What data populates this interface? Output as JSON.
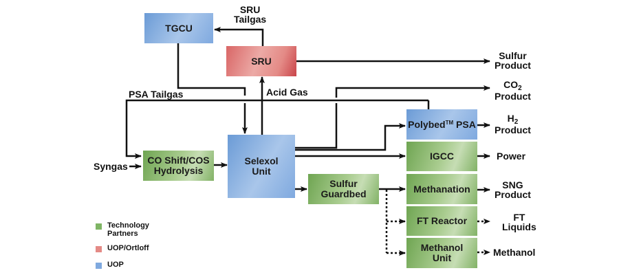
{
  "units": {
    "tgcu": "TGCU",
    "sru": "SRU",
    "co_shift": [
      "CO Shift/COS",
      "Hydrolysis"
    ],
    "selexol": [
      "Selexol",
      "Unit"
    ],
    "polybed": {
      "name": "Polybed",
      "tm": "TM",
      "suffix": " PSA"
    },
    "igcc": "IGCC",
    "sulfur_guardbed": [
      "Sulfur",
      "Guardbed"
    ],
    "methanation": "Methanation",
    "ft_reactor": "FT Reactor",
    "methanol_unit": [
      "Methanol",
      "Unit"
    ]
  },
  "streams": {
    "sru_tailgas": [
      "SRU",
      "Tailgas"
    ],
    "psa_tailgas": "PSA Tailgas",
    "acid_gas": "Acid Gas",
    "syngas": "Syngas"
  },
  "products": {
    "sulfur": [
      "Sulfur",
      "Product"
    ],
    "co2": {
      "formula": "CO",
      "sub": "2",
      "line2": "Product"
    },
    "h2": {
      "formula": "H",
      "sub": "2",
      "line2": "Product"
    },
    "power": "Power",
    "sng": [
      "SNG",
      "Product"
    ],
    "ft_liquids": [
      "FT",
      "Liquids"
    ],
    "methanol": "Methanol"
  },
  "legend": [
    {
      "label": [
        "Technology",
        "Partners"
      ],
      "color": "#7fb565"
    },
    {
      "label": [
        "UOP/Ortloff"
      ],
      "color": "#e48a86"
    },
    {
      "label": [
        "UOP"
      ],
      "color": "#7fa9df"
    }
  ],
  "colors": {
    "technology_partners": "#7fb565",
    "uop_ortloff": "#e48a86",
    "uop": "#7fa9df",
    "line": "#111111"
  }
}
